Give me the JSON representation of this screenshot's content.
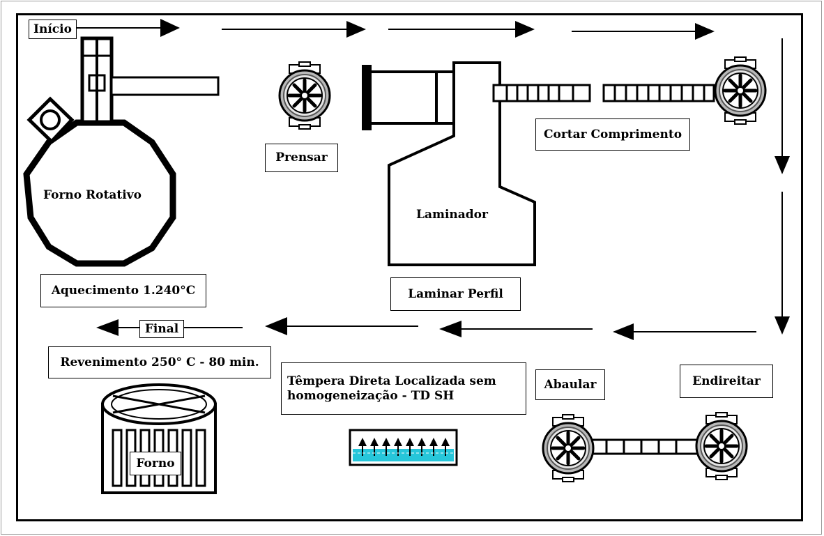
{
  "labels": {
    "inicio": "Início",
    "final": "Final",
    "forno_rotativo": "Forno Rotativo",
    "prensar": "Prensar",
    "laminador": "Laminador",
    "cortar_comprimento": "Cortar Comprimento",
    "aquecimento": "Aquecimento 1.240°C",
    "laminar_perfil": "Laminar Perfil",
    "revenimento": "Revenimento 250° C - 80 min.",
    "tempera_line1": "Têmpera Direta Localizada sem",
    "tempera_line2": "homogeneização - TD  SH",
    "abaular": "Abaular",
    "endireitar": "Endireitar",
    "forno": "Forno"
  },
  "colors": {
    "stroke": "#000000",
    "water": "#26c6da",
    "machine_gray": "#9a9a9a"
  }
}
